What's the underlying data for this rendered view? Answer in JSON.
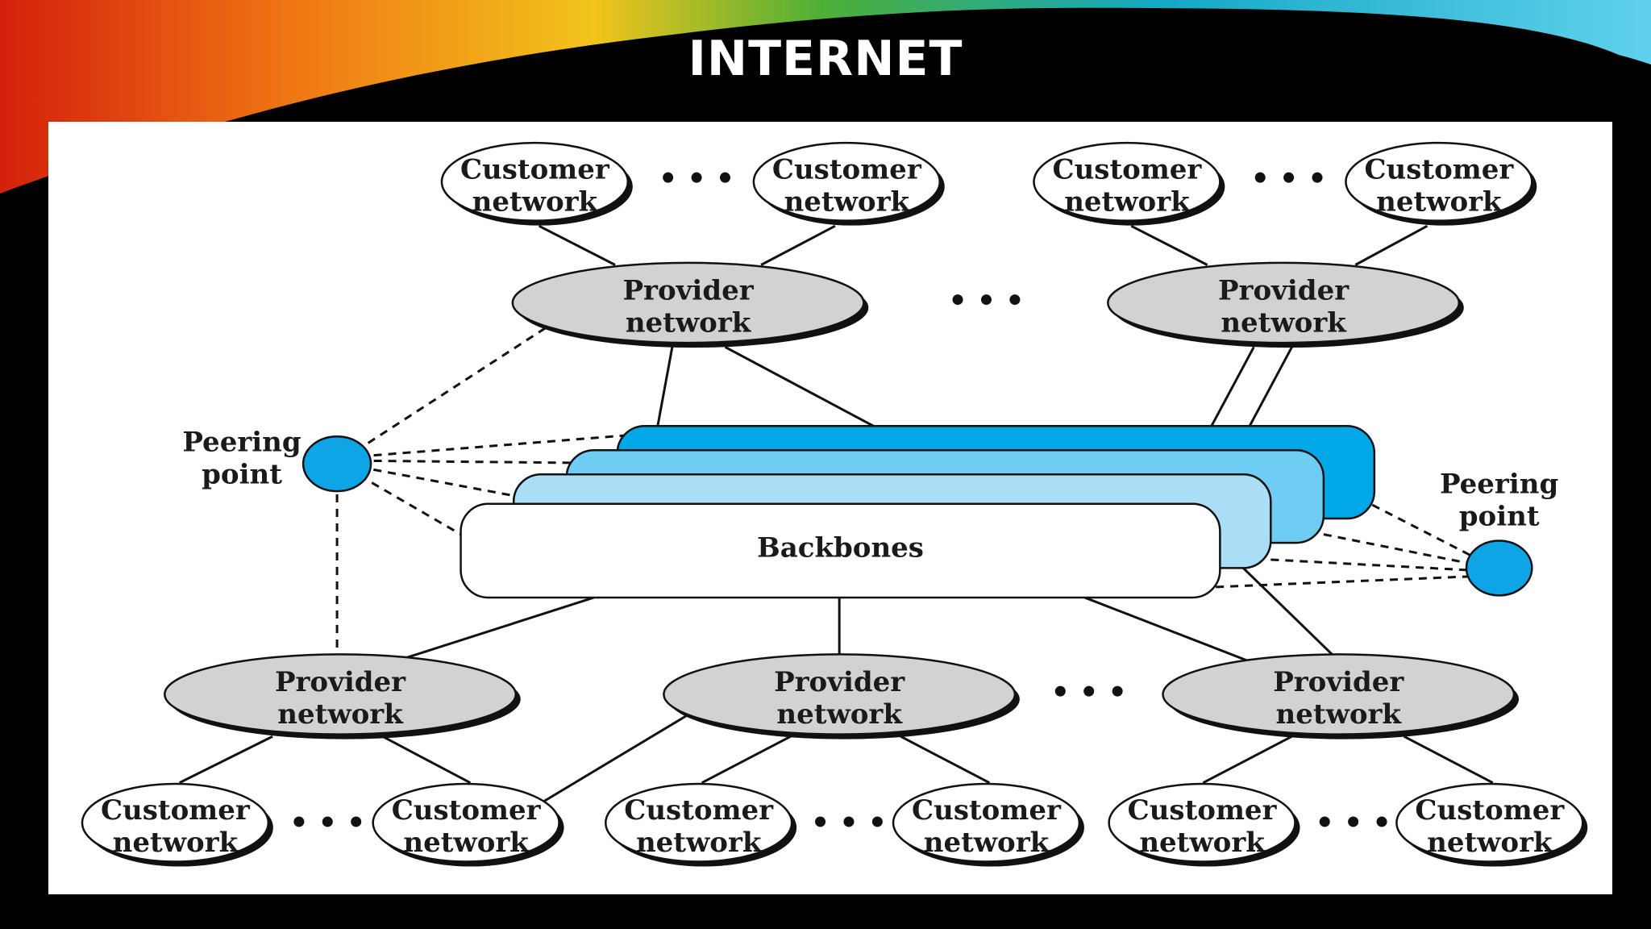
{
  "slide": {
    "title": "INTERNET"
  },
  "colors": {
    "background": "#000000",
    "provider_fill": "#d2d2d2",
    "peering_fill": "#0ea5e6",
    "backbone_layers": [
      "#00a8e8",
      "#6fccf2",
      "#a9def6",
      "#ffffff"
    ]
  },
  "diagram": {
    "customer_label": [
      "Customer",
      "network"
    ],
    "provider_label": [
      "Provider",
      "network"
    ],
    "peering_label": [
      "Peering",
      "point"
    ],
    "backbone_label": "Backbones",
    "ellipsis": "• • •"
  }
}
